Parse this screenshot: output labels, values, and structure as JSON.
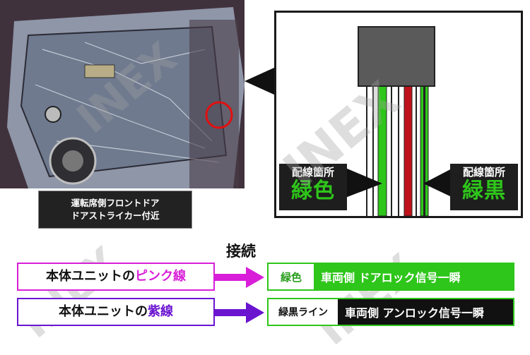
{
  "photo": {
    "caption_line1": "運転席側フロントドア",
    "caption_line2": "ドアストライカー付近"
  },
  "detail": {
    "left_label_small": "配線箇所",
    "left_label_big": "緑色",
    "right_label_small": "配線箇所",
    "right_label_big": "緑黒"
  },
  "watermark": "INEX",
  "connect_title": "接続",
  "rows": [
    {
      "left_prefix": "本体ユニットの",
      "left_colored": "ピンク線",
      "left_color": "#d81ed8",
      "tag": "緑色",
      "desc": "車両側 ドアロック信号一瞬"
    },
    {
      "left_prefix": "本体ユニットの",
      "left_colored": "紫線",
      "left_color": "#6a14d0",
      "tag": "緑黒ライン",
      "desc": "車両側 アンロック信号一瞬"
    }
  ],
  "colors": {
    "green": "#2ec61a",
    "pink": "#d81ed8",
    "purple": "#6a14d0",
    "red": "#c0121a"
  }
}
